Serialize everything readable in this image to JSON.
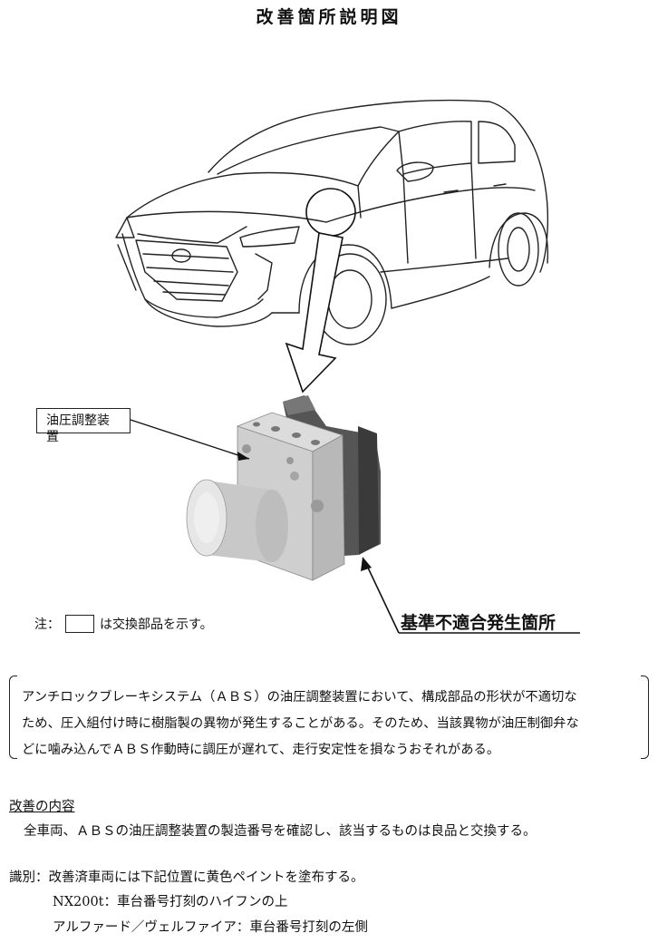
{
  "title": "改善箇所説明図",
  "callouts": {
    "unit_label": "油圧調整装置",
    "defect_label": "基準不適合発生箇所"
  },
  "note": {
    "prefix": "注：",
    "suffix": "は交換部品を示す。"
  },
  "description": {
    "lines": [
      "アンチロックブレーキシステム（ＡＢＳ）の油圧調整装置において、構成部品の形状が不適切な",
      "ため、圧入組付け時に樹脂製の異物が発生することがある。そのため、当該異物が油圧制御弁な",
      "どに噛み込んでＡＢＳ作動時に調圧が遅れて、走行安定性を損なうおそれがある。"
    ]
  },
  "improvement": {
    "heading": "改善の内容",
    "body": "全車両、ＡＢＳの油圧調整装置の製造番号を確認し、該当するものは良品と交換する。"
  },
  "identification": {
    "heading": "識別：改善済車両には下記位置に黄色ペイントを塗布する。",
    "items": [
      "NX200t：車台番号打刻のハイフンの上",
      "アルファード／ヴェルファイア：車台番号打刻の左側"
    ]
  }
}
